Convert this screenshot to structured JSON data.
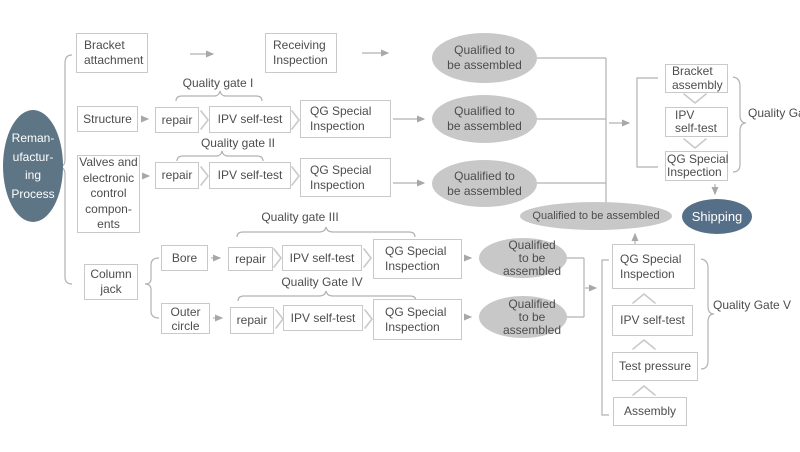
{
  "colors": {
    "dark1": "#5d7584",
    "dark2": "#566f88",
    "oval_gray": "#c8c8c8",
    "border": "#c9c9c9",
    "line": "#b2b2b2",
    "line_light": "#c9c9c9",
    "text": "#4d4d4d"
  },
  "nodes": {
    "reman": {
      "lines": [
        "Reman-",
        "ufactur-",
        "ing",
        "Process"
      ]
    },
    "bracket_attachment": {
      "lines": [
        "Bracket",
        "attachment"
      ]
    },
    "receiving_inspection": {
      "lines": [
        "Receiving",
        "Inspection"
      ]
    },
    "structure": {
      "lines": [
        "Structure"
      ]
    },
    "repair_structure": {
      "lines": [
        "repair"
      ]
    },
    "ipv_structure": {
      "lines": [
        "IPV self-test"
      ]
    },
    "qg_structure": {
      "lines": [
        "QG Special",
        "Inspection"
      ]
    },
    "valves": {
      "lines": [
        "Valves and",
        "electronic",
        "control",
        "compon-",
        "ents"
      ]
    },
    "repair_valves": {
      "lines": [
        "repair"
      ]
    },
    "ipv_valves": {
      "lines": [
        "IPV self-test"
      ]
    },
    "qg_valves": {
      "lines": [
        "QG Special",
        "Inspection"
      ]
    },
    "column_jack": {
      "lines": [
        "Column",
        "jack"
      ]
    },
    "bore": {
      "lines": [
        "Bore"
      ]
    },
    "repair_bore": {
      "lines": [
        "repair"
      ]
    },
    "ipv_bore": {
      "lines": [
        "IPV self-test"
      ]
    },
    "qg_bore": {
      "lines": [
        "QG Special",
        "Inspection"
      ]
    },
    "outer_circle": {
      "lines": [
        "Outer",
        "circle"
      ]
    },
    "repair_outer": {
      "lines": [
        "repair"
      ]
    },
    "ipv_outer": {
      "lines": [
        "IPV self-test"
      ]
    },
    "qg_outer": {
      "lines": [
        "QG Special",
        "Inspection"
      ]
    },
    "qualified_1": {
      "lines": [
        "Qualified to",
        "be assembled"
      ]
    },
    "qualified_2": {
      "lines": [
        "Qualified to",
        "be assembled"
      ]
    },
    "qualified_3": {
      "lines": [
        "Qualified to",
        "be assembled"
      ]
    },
    "qualified_bore": {
      "lines": [
        "Qualified",
        "to be",
        "assembled"
      ]
    },
    "qualified_outer": {
      "lines": [
        "Qualified",
        "to be",
        "assembled"
      ]
    },
    "qualified_final": {
      "lines": [
        "Qualified to be assembled"
      ]
    },
    "bracket_assembly": {
      "lines": [
        "Bracket",
        "assembly"
      ]
    },
    "ipv_gate6": {
      "lines": [
        "IPV",
        "self-test"
      ]
    },
    "qg_gate6": {
      "lines": [
        "QG Special",
        "Inspection"
      ]
    },
    "qg_gate5": {
      "lines": [
        "QG Special",
        "Inspection"
      ]
    },
    "ipv_gate5": {
      "lines": [
        "IPV self-test"
      ]
    },
    "test_pressure": {
      "lines": [
        "Test pressure"
      ]
    },
    "assembly": {
      "lines": [
        "Assembly"
      ]
    },
    "shipping": {
      "lines": [
        "Shipping"
      ]
    }
  },
  "labels": {
    "quality_gate_1": "Quality gate I",
    "quality_gate_2": "Quality gate II",
    "quality_gate_3": "Quality gate III",
    "quality_gate_4": "Quality Gate IV",
    "quality_gate_5": {
      "lines": [
        "Quality",
        "Gate V"
      ]
    },
    "quality_gate_6": {
      "lines": [
        "Quality",
        "Gate VI"
      ]
    }
  }
}
